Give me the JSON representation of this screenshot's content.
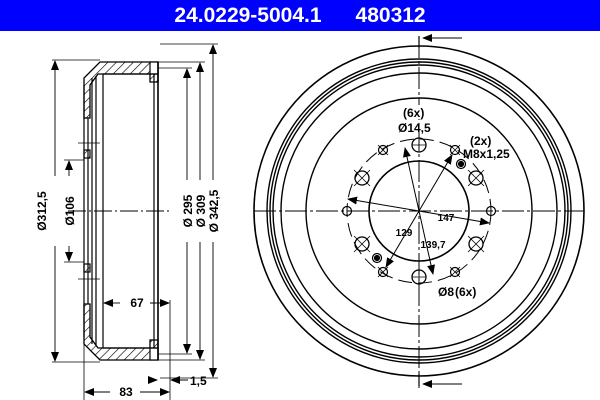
{
  "header": {
    "part_number": "24.0229-5004.1",
    "reference_number": "480312",
    "background_color": "#0000ff",
    "text_color": "#ffffff"
  },
  "side_view": {
    "dimensions": {
      "outer_diameter_left": "Ø312,5",
      "hub_bore": "Ø106",
      "braking_surface_diameter": "Ø 295",
      "rim_diameter": "Ø 309",
      "overall_diameter": "Ø 342,5",
      "inner_depth": "67",
      "overall_height": "83",
      "flange_offset": "1,5"
    }
  },
  "front_view": {
    "labels": {
      "large_hole_count": "(6x)",
      "large_hole_diameter": "Ø14,5",
      "thread_count": "(2x)",
      "thread_size": "M8x1,25",
      "pcd_outer": "147",
      "pcd_inner": "129",
      "pcd_middle": "139,7",
      "small_hole_label": "Ø8",
      "small_hole_count": "(6x)"
    }
  }
}
